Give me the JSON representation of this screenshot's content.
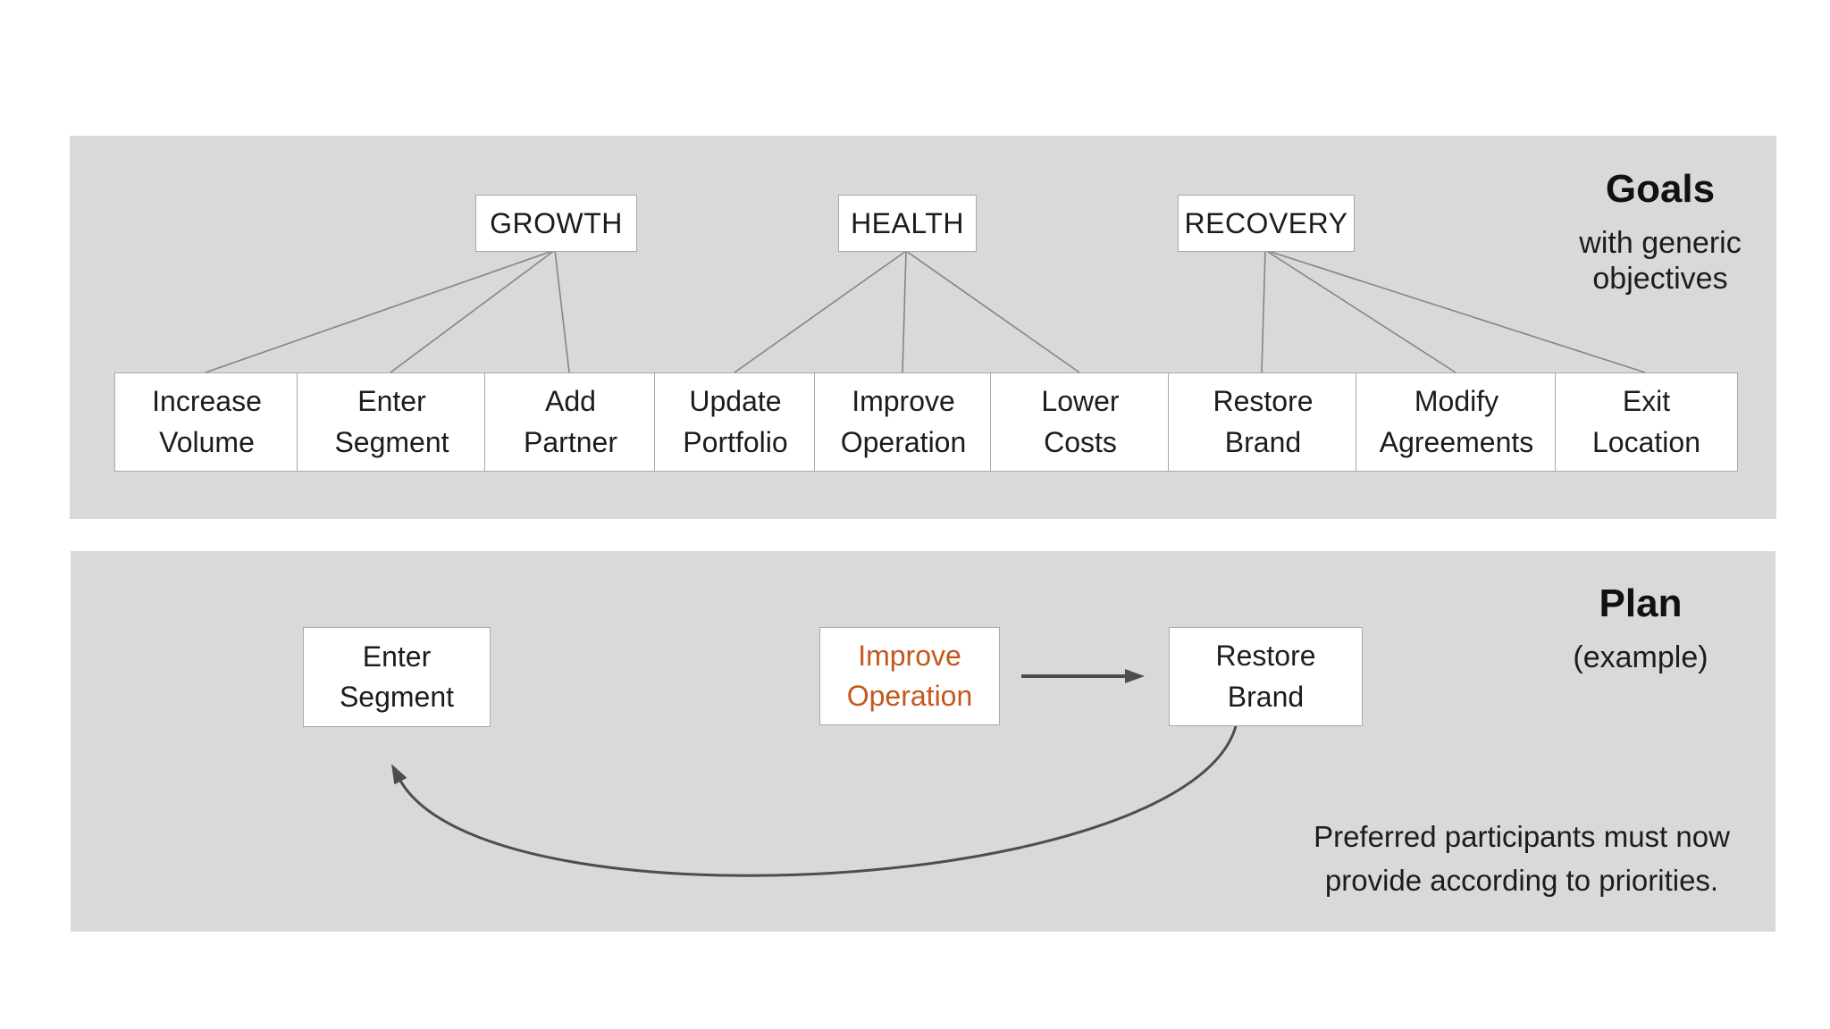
{
  "colors": {
    "panel_background": "#d9d9d9",
    "box_background": "#ffffff",
    "box_border": "#a9a9a9",
    "connector_line": "#858585",
    "arrow": "#4d4d4d",
    "text": "#1c1c1c",
    "highlight_text": "#c4571a"
  },
  "goals_section": {
    "heading": "Goals",
    "subheading_line1": "with generic",
    "subheading_line2": "objectives",
    "goals": [
      "GROWTH",
      "HEALTH",
      "RECOVERY"
    ],
    "objectives": [
      "Increase Volume",
      "Enter Segment",
      "Add Partner",
      "Update Portfolio",
      "Improve Operation",
      "Lower Costs",
      "Restore Brand",
      "Modify Agreements",
      "Exit Location"
    ]
  },
  "plan_section": {
    "heading": "Plan",
    "subheading": "(example)",
    "steps": [
      "Enter Segment",
      "Improve Operation",
      "Restore Brand"
    ],
    "highlighted_step": "Improve Operation",
    "note_line1": "Preferred participants must now",
    "note_line2": "provide according to priorities."
  }
}
